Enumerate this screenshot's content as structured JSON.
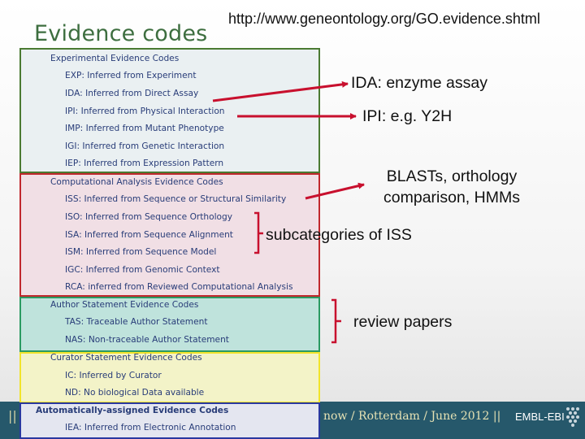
{
  "slide": {
    "title": "Evidence codes",
    "url": "http://www.geneontology.org/GO.evidence.shtml"
  },
  "table": {
    "experimental": {
      "header": "Experimental Evidence Codes",
      "items": [
        "EXP: Inferred from Experiment",
        "IDA: Inferred from Direct Assay",
        "IPI: Inferred from Physical Interaction",
        "IMP: Inferred from Mutant Phenotype",
        "IGI: Inferred from Genetic Interaction",
        "IEP: Inferred from Expression Pattern"
      ]
    },
    "computational": {
      "header": "Computational Analysis Evidence Codes",
      "items": [
        "ISS: Inferred from Sequence or Structural Similarity",
        "ISO: Inferred from Sequence Orthology",
        "ISA: Inferred from Sequence Alignment",
        "ISM: Inferred from Sequence Model",
        "IGC: Inferred from Genomic Context",
        "RCA: inferred from Reviewed Computational Analysis"
      ]
    },
    "author": {
      "header": "Author Statement Evidence Codes",
      "items": [
        "TAS: Traceable Author Statement",
        "NAS: Non-traceable Author Statement"
      ]
    },
    "curator": {
      "header": "Curator Statement Evidence Codes",
      "items": [
        "IC: Inferred by Curator",
        "ND: No biological Data available"
      ]
    },
    "automatic": {
      "header": "Automatically-assigned Evidence Codes",
      "items": [
        "IEA: Inferred from Electronic Annotation"
      ]
    }
  },
  "annotations": {
    "ida": "IDA: enzyme assay",
    "ipi": "IPI: e.g. Y2H",
    "blast_line1": "BLASTs, orthology",
    "blast_line2": "comparison, HMMs",
    "subcat": "subcategories of ISS",
    "review": "review papers"
  },
  "footer": {
    "left_bars": "||",
    "text": "now  /  Rotterdam  /  June 2012  ||",
    "org": "EMBL-EBI"
  },
  "colors": {
    "arrow": "#c8102e",
    "experimental_border": "#4a7a32",
    "computational_border": "#c0282d",
    "author_border": "#2a9a62",
    "curator_border": "#f1e42a",
    "automatic_border": "#2938a0",
    "footer_bg": "#26586b"
  }
}
